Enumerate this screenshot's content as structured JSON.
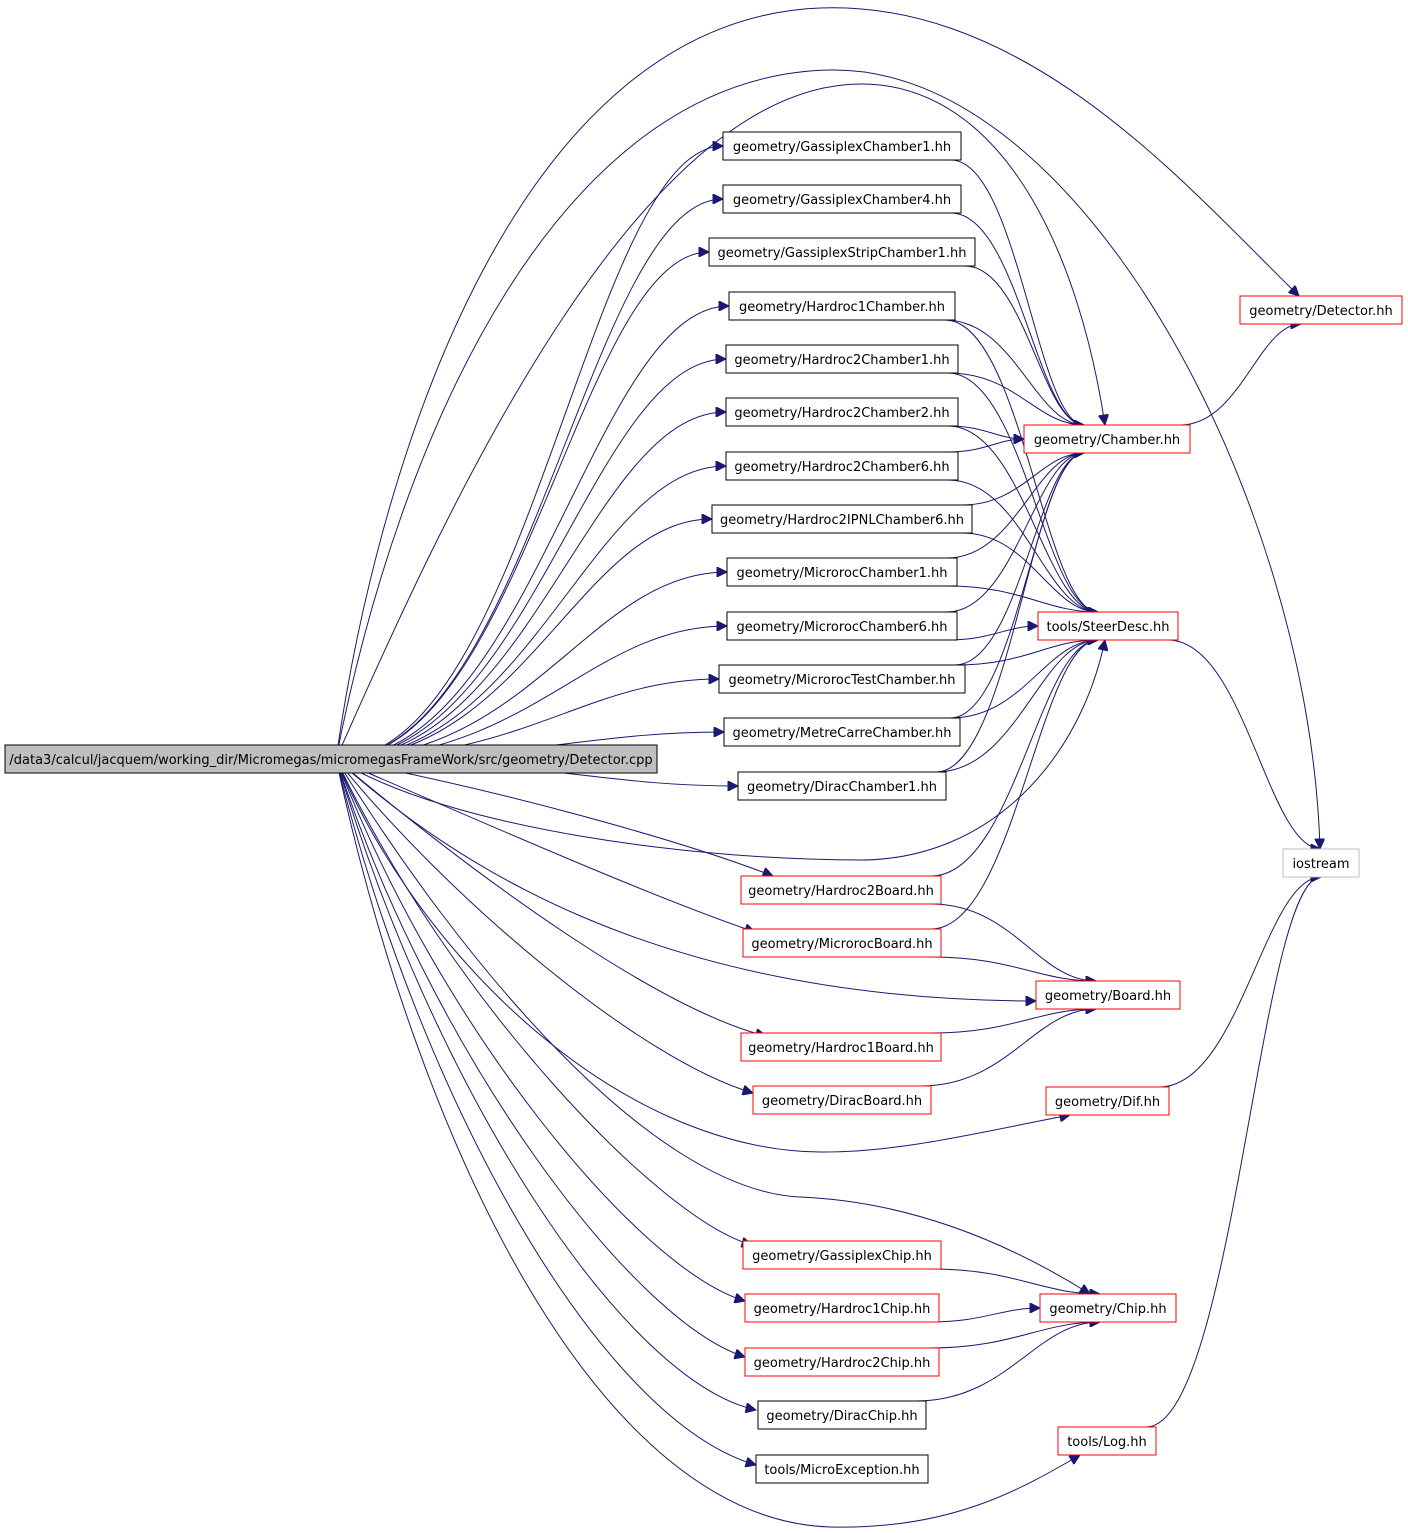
{
  "colors": {
    "edge": "#191970",
    "border_documented": "#000000",
    "border_truncated": "#ff0000",
    "border_system": "#bfbfbf",
    "root_fill": "#bfbfbf",
    "fill": "#ffffff"
  },
  "nodes": [
    {
      "id": "root",
      "label": "/data3/calcul/jacquem/working_dir/Micromegas/micromegasFrameWork/src/geometry/Detector.cpp",
      "kind": "root"
    },
    {
      "id": "gc1",
      "label": "geometry/GassiplexChamber1.hh",
      "kind": "documented"
    },
    {
      "id": "gc4",
      "label": "geometry/GassiplexChamber4.hh",
      "kind": "documented"
    },
    {
      "id": "gsc1",
      "label": "geometry/GassiplexStripChamber1.hh",
      "kind": "documented"
    },
    {
      "id": "h1c",
      "label": "geometry/Hardroc1Chamber.hh",
      "kind": "documented"
    },
    {
      "id": "h2c1",
      "label": "geometry/Hardroc2Chamber1.hh",
      "kind": "documented"
    },
    {
      "id": "h2c2",
      "label": "geometry/Hardroc2Chamber2.hh",
      "kind": "documented"
    },
    {
      "id": "h2c6",
      "label": "geometry/Hardroc2Chamber6.hh",
      "kind": "documented"
    },
    {
      "id": "h2ipnl",
      "label": "geometry/Hardroc2IPNLChamber6.hh",
      "kind": "documented"
    },
    {
      "id": "mc1",
      "label": "geometry/MicrorocChamber1.hh",
      "kind": "documented"
    },
    {
      "id": "mc6",
      "label": "geometry/MicrorocChamber6.hh",
      "kind": "documented"
    },
    {
      "id": "mtc",
      "label": "geometry/MicrorocTestChamber.hh",
      "kind": "documented"
    },
    {
      "id": "mcc",
      "label": "geometry/MetreCarreChamber.hh",
      "kind": "documented"
    },
    {
      "id": "dc1",
      "label": "geometry/DiracChamber1.hh",
      "kind": "documented"
    },
    {
      "id": "h2b",
      "label": "geometry/Hardroc2Board.hh",
      "kind": "truncated"
    },
    {
      "id": "mb",
      "label": "geometry/MicrorocBoard.hh",
      "kind": "truncated"
    },
    {
      "id": "h1b",
      "label": "geometry/Hardroc1Board.hh",
      "kind": "truncated"
    },
    {
      "id": "db",
      "label": "geometry/DiracBoard.hh",
      "kind": "truncated"
    },
    {
      "id": "gchip",
      "label": "geometry/GassiplexChip.hh",
      "kind": "truncated"
    },
    {
      "id": "h1chip",
      "label": "geometry/Hardroc1Chip.hh",
      "kind": "truncated"
    },
    {
      "id": "h2chip",
      "label": "geometry/Hardroc2Chip.hh",
      "kind": "truncated"
    },
    {
      "id": "dchip",
      "label": "geometry/DiracChip.hh",
      "kind": "documented"
    },
    {
      "id": "mexc",
      "label": "tools/MicroException.hh",
      "kind": "documented"
    },
    {
      "id": "det",
      "label": "geometry/Detector.hh",
      "kind": "truncated"
    },
    {
      "id": "chamber",
      "label": "geometry/Chamber.hh",
      "kind": "truncated"
    },
    {
      "id": "steer",
      "label": "tools/SteerDesc.hh",
      "kind": "truncated"
    },
    {
      "id": "board",
      "label": "geometry/Board.hh",
      "kind": "truncated"
    },
    {
      "id": "dif",
      "label": "geometry/Dif.hh",
      "kind": "truncated"
    },
    {
      "id": "chip",
      "label": "geometry/Chip.hh",
      "kind": "truncated"
    },
    {
      "id": "log",
      "label": "tools/Log.hh",
      "kind": "truncated"
    },
    {
      "id": "iostream",
      "label": "iostream",
      "kind": "system"
    }
  ],
  "edges": [
    [
      "root",
      "gc1"
    ],
    [
      "root",
      "gc4"
    ],
    [
      "root",
      "gsc1"
    ],
    [
      "root",
      "h1c"
    ],
    [
      "root",
      "h2c1"
    ],
    [
      "root",
      "h2c2"
    ],
    [
      "root",
      "h2c6"
    ],
    [
      "root",
      "h2ipnl"
    ],
    [
      "root",
      "mc1"
    ],
    [
      "root",
      "mc6"
    ],
    [
      "root",
      "mtc"
    ],
    [
      "root",
      "mcc"
    ],
    [
      "root",
      "dc1"
    ],
    [
      "root",
      "h2b"
    ],
    [
      "root",
      "mb"
    ],
    [
      "root",
      "h1b"
    ],
    [
      "root",
      "db"
    ],
    [
      "root",
      "gchip"
    ],
    [
      "root",
      "h1chip"
    ],
    [
      "root",
      "h2chip"
    ],
    [
      "root",
      "dchip"
    ],
    [
      "root",
      "mexc"
    ],
    [
      "root",
      "det"
    ],
    [
      "root",
      "iostream"
    ],
    [
      "root",
      "chamber"
    ],
    [
      "root",
      "steer"
    ],
    [
      "root",
      "board"
    ],
    [
      "root",
      "dif"
    ],
    [
      "root",
      "chip"
    ],
    [
      "root",
      "log"
    ],
    [
      "gc1",
      "chamber"
    ],
    [
      "gc4",
      "chamber"
    ],
    [
      "gsc1",
      "chamber"
    ],
    [
      "h1c",
      "chamber"
    ],
    [
      "h1c",
      "steer"
    ],
    [
      "h2c1",
      "chamber"
    ],
    [
      "h2c1",
      "steer"
    ],
    [
      "h2c2",
      "chamber"
    ],
    [
      "h2c2",
      "steer"
    ],
    [
      "h2c6",
      "chamber"
    ],
    [
      "h2c6",
      "steer"
    ],
    [
      "h2ipnl",
      "chamber"
    ],
    [
      "h2ipnl",
      "steer"
    ],
    [
      "mc1",
      "chamber"
    ],
    [
      "mc1",
      "steer"
    ],
    [
      "mc6",
      "chamber"
    ],
    [
      "mc6",
      "steer"
    ],
    [
      "mtc",
      "chamber"
    ],
    [
      "mtc",
      "steer"
    ],
    [
      "mcc",
      "chamber"
    ],
    [
      "mcc",
      "steer"
    ],
    [
      "dc1",
      "chamber"
    ],
    [
      "dc1",
      "steer"
    ],
    [
      "h2b",
      "steer"
    ],
    [
      "h2b",
      "board"
    ],
    [
      "mb",
      "steer"
    ],
    [
      "mb",
      "board"
    ],
    [
      "h1b",
      "board"
    ],
    [
      "db",
      "board"
    ],
    [
      "gchip",
      "chip"
    ],
    [
      "h1chip",
      "chip"
    ],
    [
      "h2chip",
      "chip"
    ],
    [
      "dchip",
      "chip"
    ],
    [
      "chamber",
      "det"
    ],
    [
      "steer",
      "iostream"
    ],
    [
      "dif",
      "iostream"
    ],
    [
      "log",
      "iostream"
    ]
  ]
}
